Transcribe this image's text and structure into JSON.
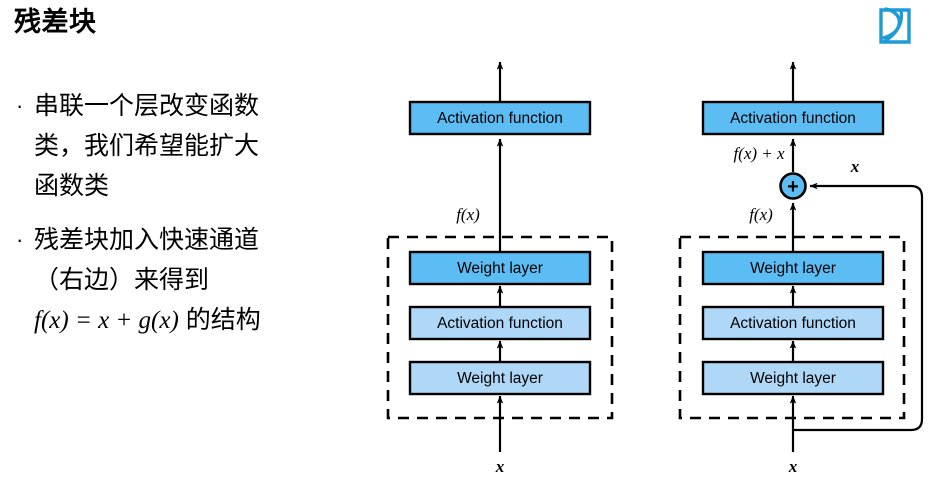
{
  "slide": {
    "title": "残差块",
    "background": "#ffffff"
  },
  "logo": {
    "name": "dive-into-deep-learning-logo",
    "color": "#1E9BD7"
  },
  "bullets": [
    {
      "marker": "·",
      "lines": [
        "串联一个层改变函数",
        "类，我们希望能扩大",
        "函数类"
      ]
    },
    {
      "marker": "·",
      "lines": [
        "残差块加入快速通道",
        "（右边）来得到"
      ],
      "formula": "f(x) = x + g(x)",
      "formula_suffix": "的结构"
    }
  ],
  "colors": {
    "box_fill_bright": "#5CBDF5",
    "box_fill_light": "#AFD8F8",
    "box_stroke": "#000000",
    "arrow": "#000000",
    "dashed_border": "#000000",
    "plus_fill": "#5CBDF5"
  },
  "diagrams": [
    {
      "id": "plain-block",
      "name": "plain-block-diagram",
      "boxes": [
        {
          "label": "Activation function",
          "fill": "bright",
          "role": "output-activation"
        },
        {
          "label": "Weight layer",
          "fill": "bright",
          "role": "inner-weight-top"
        },
        {
          "label": "Activation function",
          "fill": "light",
          "role": "inner-activation"
        },
        {
          "label": "Weight layer",
          "fill": "light",
          "role": "inner-weight-bottom"
        }
      ],
      "labels": {
        "mid": "f(x)",
        "input": "x"
      },
      "dashed_group": true,
      "skip_connection": false
    },
    {
      "id": "residual-block",
      "name": "residual-block-diagram",
      "boxes": [
        {
          "label": "Activation function",
          "fill": "bright",
          "role": "output-activation"
        },
        {
          "label": "Weight layer",
          "fill": "bright",
          "role": "inner-weight-top"
        },
        {
          "label": "Activation function",
          "fill": "light",
          "role": "inner-activation"
        },
        {
          "label": "Weight layer",
          "fill": "light",
          "role": "inner-weight-bottom"
        }
      ],
      "labels": {
        "sum_out": "f(x) + x",
        "mid": "f(x)",
        "skip": "x",
        "input": "x",
        "adder": "+"
      },
      "dashed_group": true,
      "skip_connection": true
    }
  ]
}
